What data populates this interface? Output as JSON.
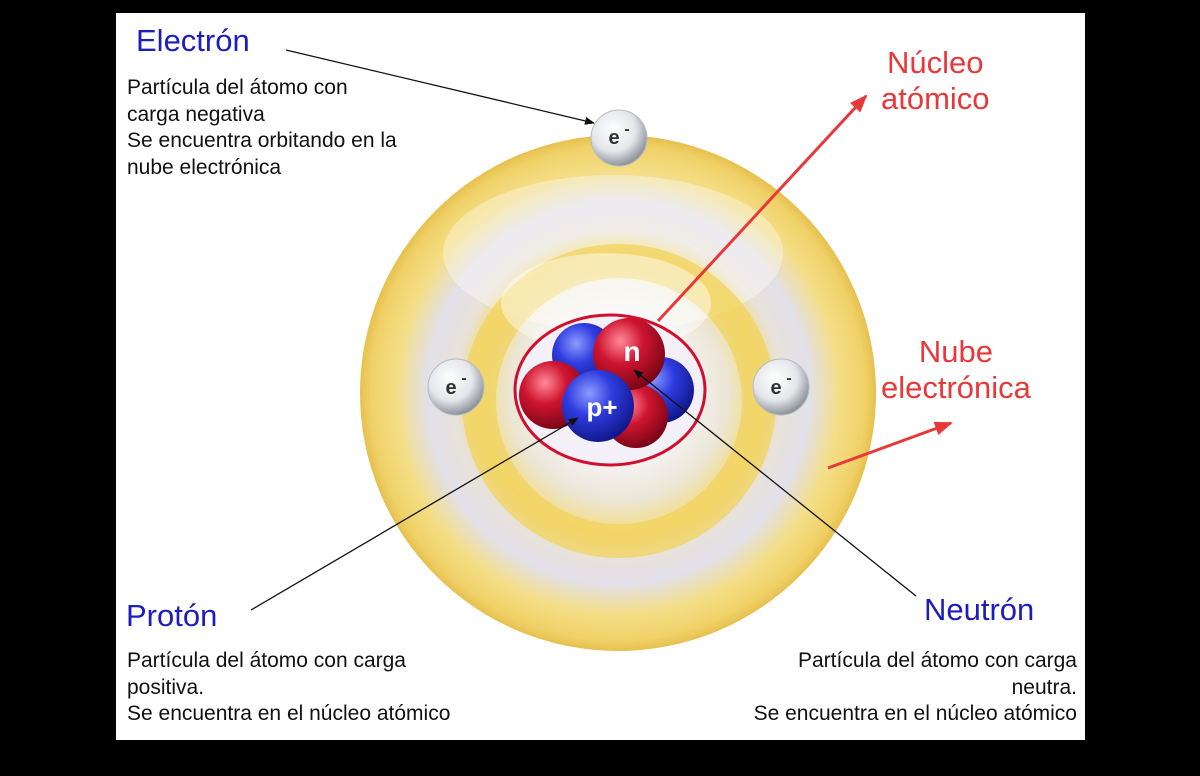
{
  "electron": {
    "title": "Electrón",
    "desc": [
      "Partícula del átomo con",
      "carga negativa",
      "Se encuentra orbitando en la",
      "nube electrónica"
    ],
    "symbol": "e-"
  },
  "nucleus": {
    "title_lines": [
      "Núcleo",
      "atómico"
    ]
  },
  "cloud": {
    "title_lines": [
      "Nube",
      "electrónica"
    ]
  },
  "proton": {
    "title": "Protón",
    "desc": [
      "Partícula del átomo con carga",
      "positiva.",
      "Se encuentra en el núcleo atómico"
    ],
    "symbol": "p+"
  },
  "neutron": {
    "title": "Neutrón",
    "desc": [
      "Partícula del átomo con carga",
      "neutra.",
      "Se encuentra en el núcleo atómico"
    ],
    "symbol": "n"
  },
  "colors": {
    "label_blue": "#1d1dbf",
    "label_red": "#e8383a",
    "proton": "#2a35d8",
    "neutron": "#c8102e",
    "shell": "#f2d35e"
  }
}
